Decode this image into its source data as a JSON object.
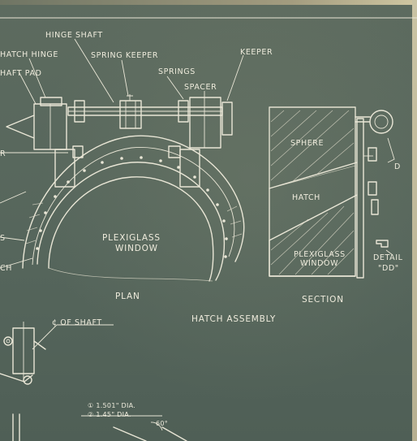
{
  "labels": {
    "hinge_shaft": "HINGE SHAFT",
    "hatch_hinge": "HATCH HINGE",
    "spring_keeper": "SPRING KEEPER",
    "keeper": "KEEPER",
    "springs": "SPRINGS",
    "spacer": "SPACER",
    "shaft_pad": "HAFT PAD",
    "sphere": "SPHERE",
    "hatch": "HATCH",
    "d": "D",
    "plexiglass_window_section_1": "PLEXIGLASS",
    "plexiglass_window_section_2": "WINDOW",
    "detail_1": "DETAIL",
    "detail_2": "\"DD\"",
    "plexiglass_window_plan_1": "PLEXIGLASS",
    "plexiglass_window_plan_2": "WINDOW",
    "plan": "PLAN",
    "section": "SECTION",
    "hatch_assembly": "HATCH ASSEMBLY",
    "cl_of_shaft": "¢ OF SHAFT",
    "dia_1": "① 1.501\" DIA.",
    "dia_2": "② 1.45\" DIA.",
    "angle": "60°",
    "left_cut_1": "R",
    "left_cut_2": "S",
    "left_cut_3": "CH"
  }
}
